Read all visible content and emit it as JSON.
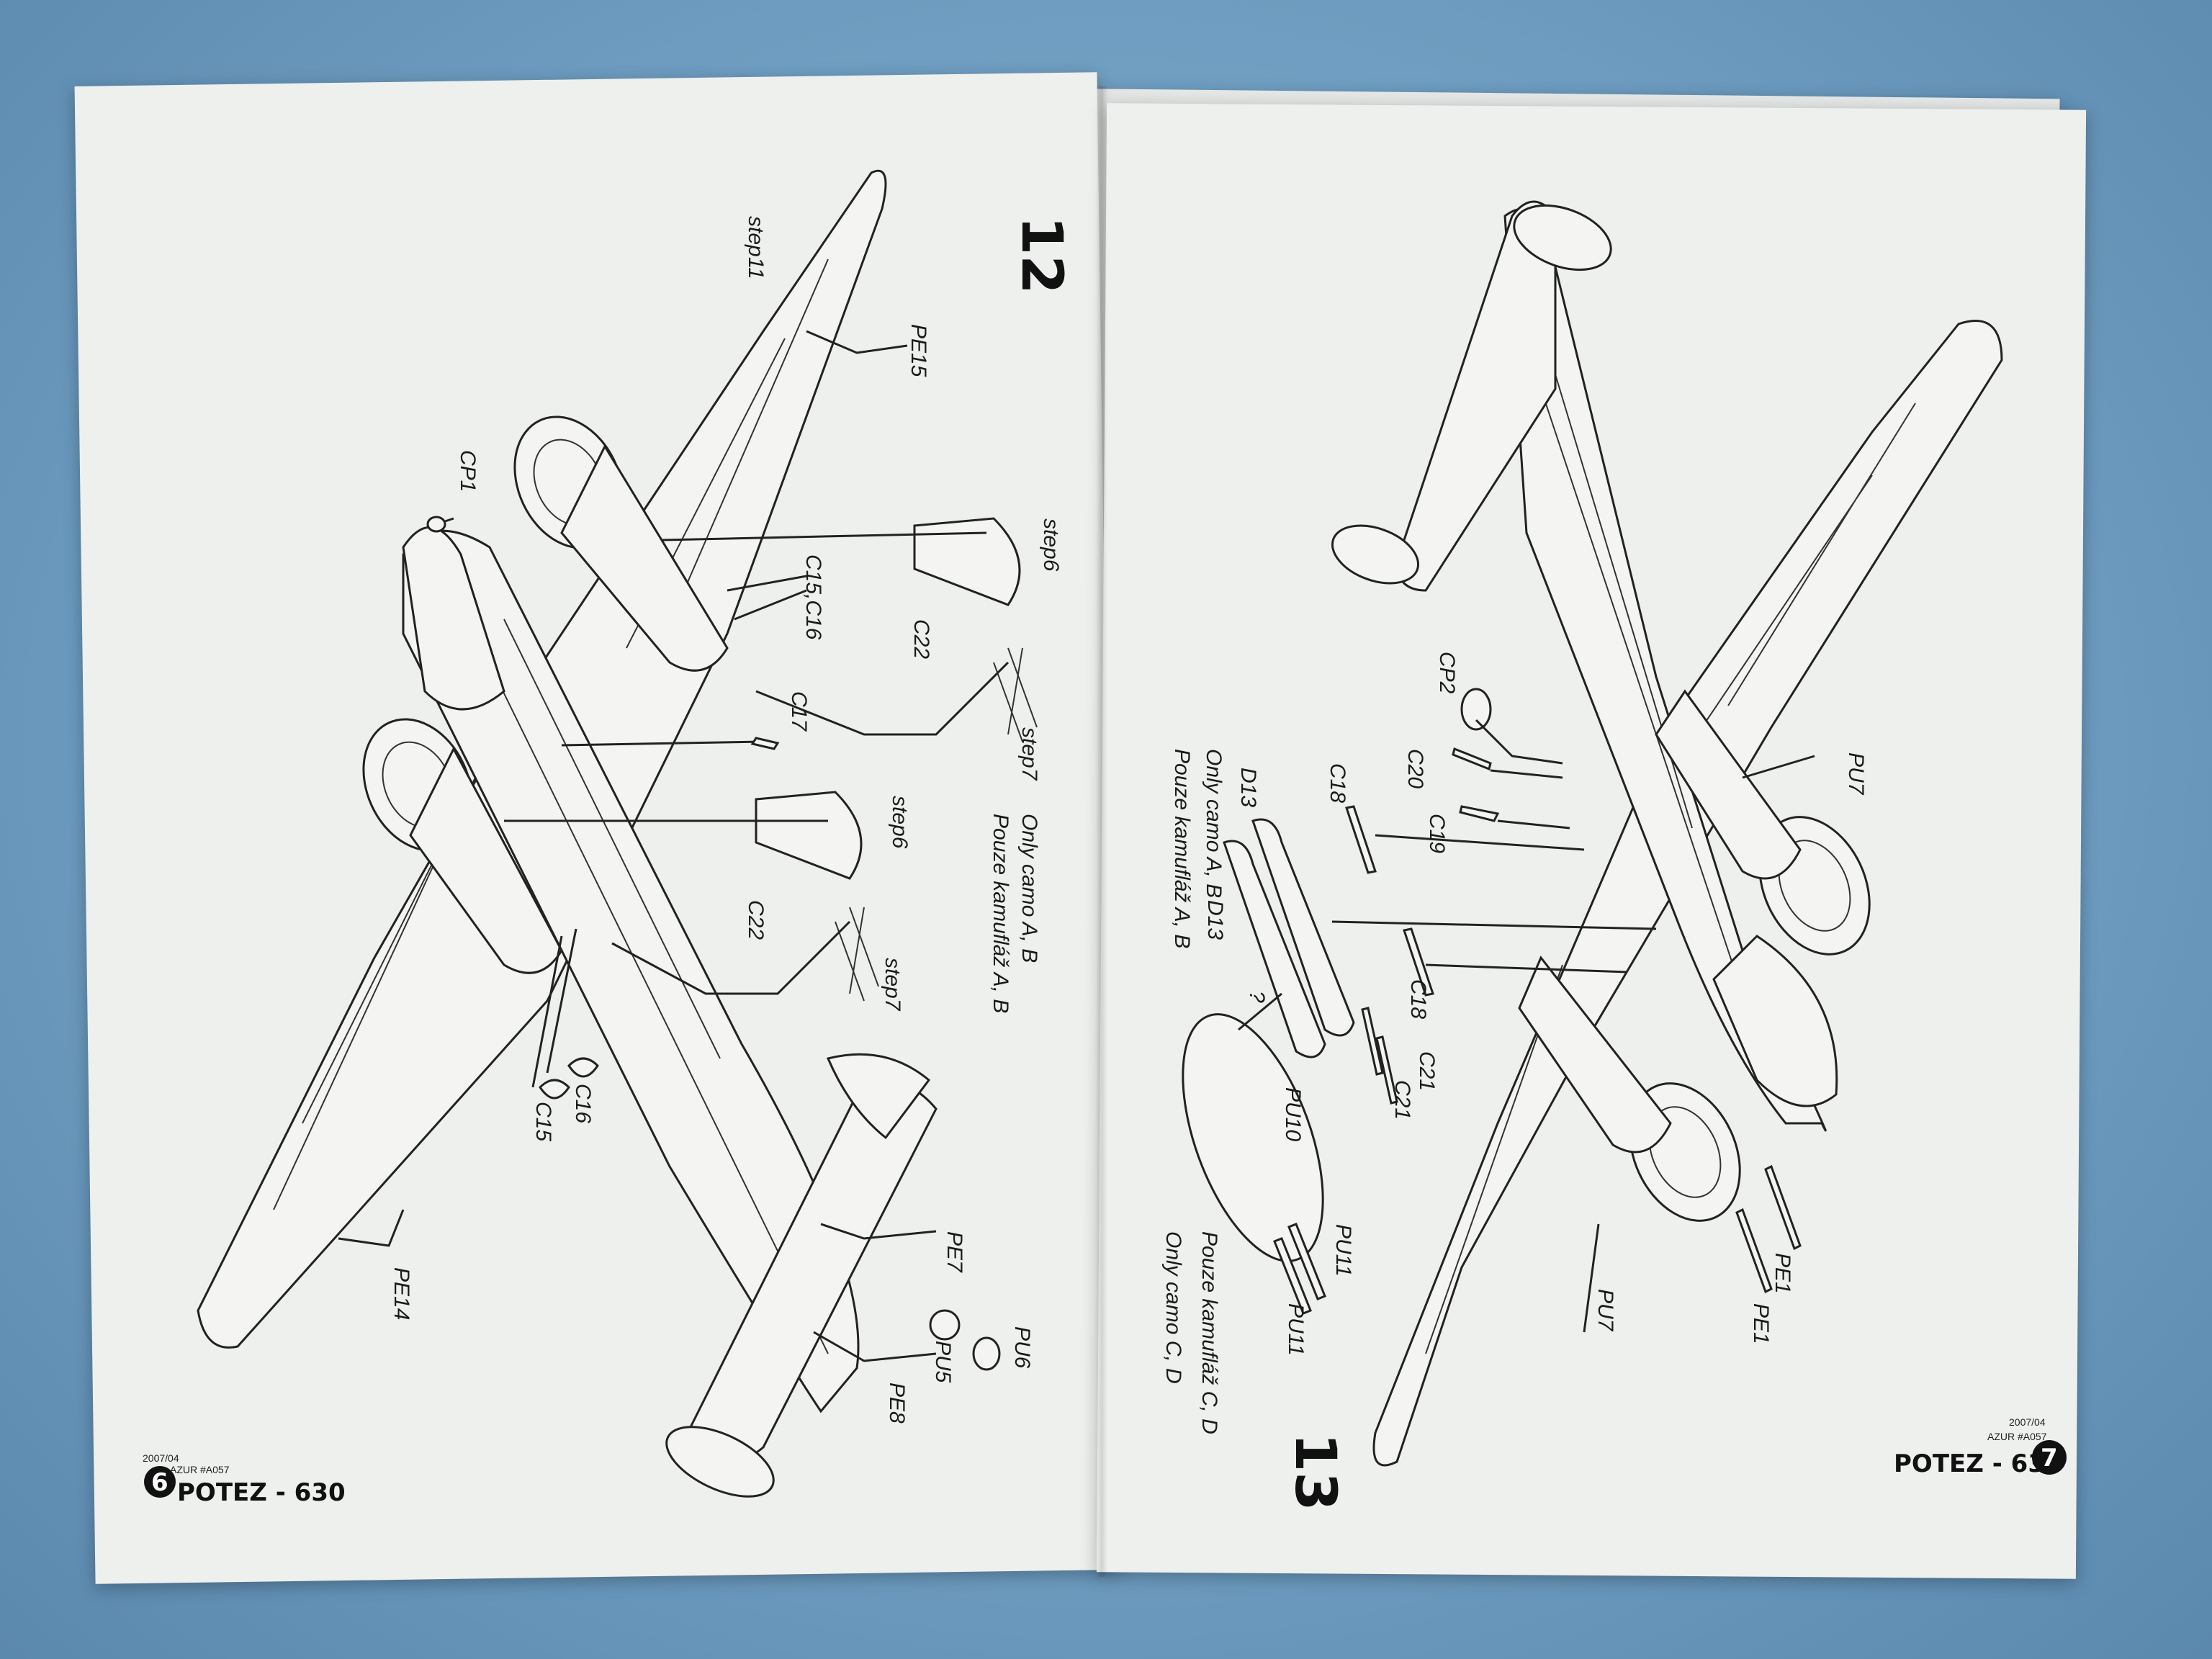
{
  "left_page": {
    "step_number": "12",
    "labels": {
      "step11": "step11",
      "pe15": "PE15",
      "cp1": "CP1",
      "step6_top": "step6",
      "c15_c16": "C15,C16",
      "c22_top": "C22",
      "c17": "C17",
      "step7_top": "step7",
      "only_camo_ab": "Only camo A, B",
      "pouze_ab": "Pouze kamufláž A, B",
      "step6_bottom": "step6",
      "c22_bottom": "C22",
      "step7_bottom": "step7",
      "c16": "C16",
      "c15": "C15",
      "pe14": "PE14",
      "pe7": "PE7",
      "pu5": "PU5",
      "pu6": "PU6",
      "pe8": "PE8"
    },
    "footer": {
      "page_number": "6",
      "date_code": "2007/04",
      "kit_code": "AZUR #A057",
      "title": "POTEZ - 630"
    }
  },
  "right_page": {
    "step_number": "13",
    "labels": {
      "cp2": "CP2",
      "c20": "C20",
      "c19": "C19",
      "pu7_top": "PU7",
      "c18_top": "C18",
      "d13_top": "D13",
      "only_camo_ab": "Only camo A, B",
      "pouze_ab": "Pouze kamufláž A, B",
      "d13_bottom": "D13",
      "question": "?",
      "pu10": "PU10",
      "c18_bottom": "C18",
      "c21_a": "C21",
      "c21_b": "C21",
      "pu11_a": "PU11",
      "pu11_b": "PU11",
      "only_camo_cd": "Only camo C, D",
      "pouze_cd": "Pouze kamufláž C, D",
      "pu7_bottom": "PU7",
      "pe1_a": "PE1",
      "pe1_b": "PE1"
    },
    "footer": {
      "page_number": "7",
      "date_code": "2007/04",
      "kit_code": "AZUR #A057",
      "title": "POTEZ - 630"
    }
  }
}
